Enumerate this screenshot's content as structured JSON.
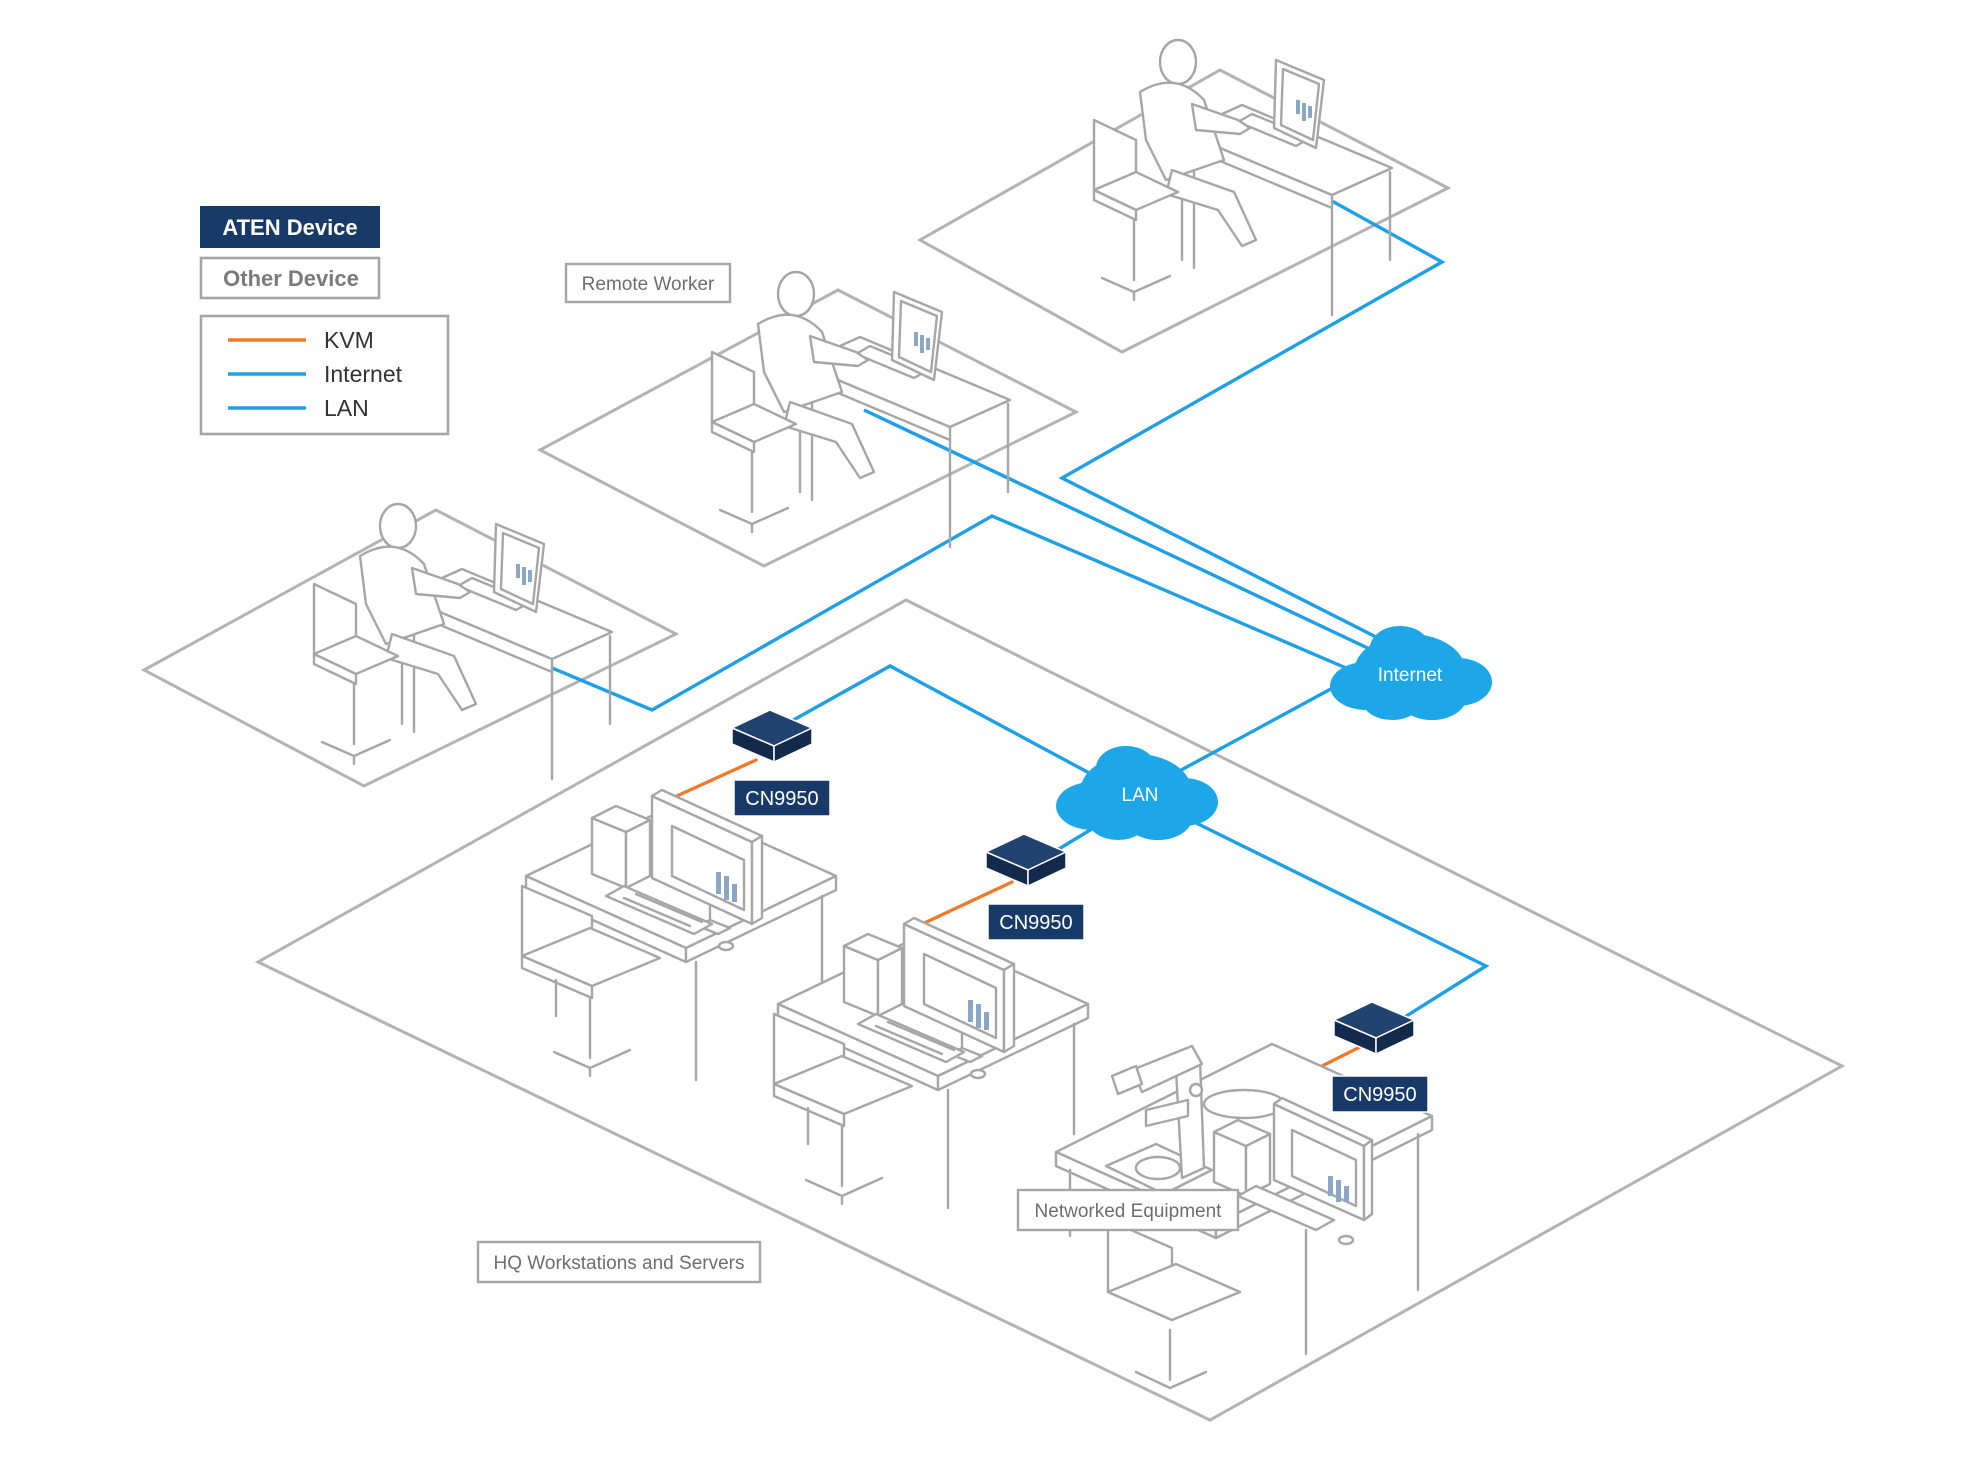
{
  "legend": {
    "aten_device": "ATEN Device",
    "other_device": "Other Device",
    "lines": [
      {
        "label": "KVM",
        "color": "#f07a2c"
      },
      {
        "label": "Internet",
        "color": "#1ea0e6"
      },
      {
        "label": "LAN",
        "color": "#1ea0e6"
      }
    ]
  },
  "zones": {
    "remote_worker": "Remote Worker",
    "hq": "HQ Workstations and Servers",
    "networked_equipment": "Networked Equipment"
  },
  "clouds": {
    "internet": "Internet",
    "lan": "LAN"
  },
  "devices": [
    {
      "label": "CN9950"
    },
    {
      "label": "CN9950"
    },
    {
      "label": "CN9950"
    }
  ],
  "colors": {
    "aten_navy": "#173a69",
    "network_blue": "#1ea0e6",
    "kvm_orange": "#f07a2c",
    "outline_gray": "#a6a6a6"
  }
}
